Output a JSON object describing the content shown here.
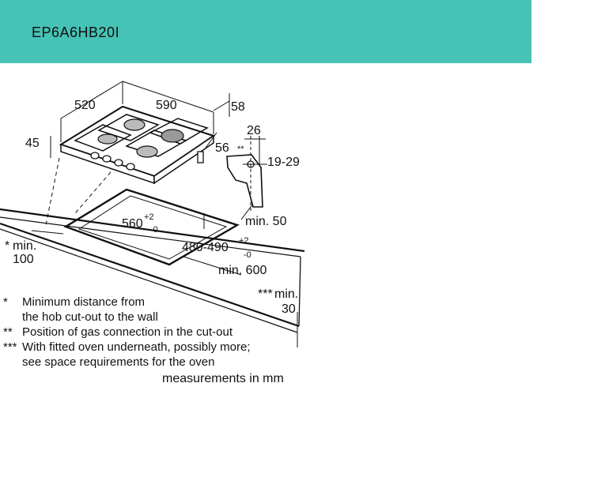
{
  "header": {
    "model": "EP6A6HB20I",
    "color": "#46c2b6"
  },
  "dimensions": {
    "width_520": "520",
    "width_590": "590",
    "depth_58": "58",
    "height_45": "45",
    "offset_56": "56",
    "gas_26": "26",
    "gas_marker": "**",
    "gas_range": "19-29",
    "cutout_width": "560",
    "cutout_width_tol_plus": "+2",
    "cutout_width_tol_minus": "-0",
    "cutout_depth": "480-490",
    "cutout_depth_tol_plus": "+2",
    "cutout_depth_tol_minus": "-0",
    "min_50": "min. 50",
    "min_600": "min. 600",
    "min_100_star": "*",
    "min_100_label": "min.",
    "min_100_value": "100",
    "min_30_star": "***",
    "min_30_label": "min.",
    "min_30_value": "30"
  },
  "legend": [
    {
      "mark": "*",
      "line1": "Minimum distance from",
      "line2": "the hob cut-out to the wall"
    },
    {
      "mark": "**",
      "line1": "Position of gas connection in the cut-out"
    },
    {
      "mark": "***",
      "line1": "With fitted oven underneath, possibly more;",
      "line2": "see space requirements for the oven"
    }
  ],
  "units_note": "measurements in mm"
}
